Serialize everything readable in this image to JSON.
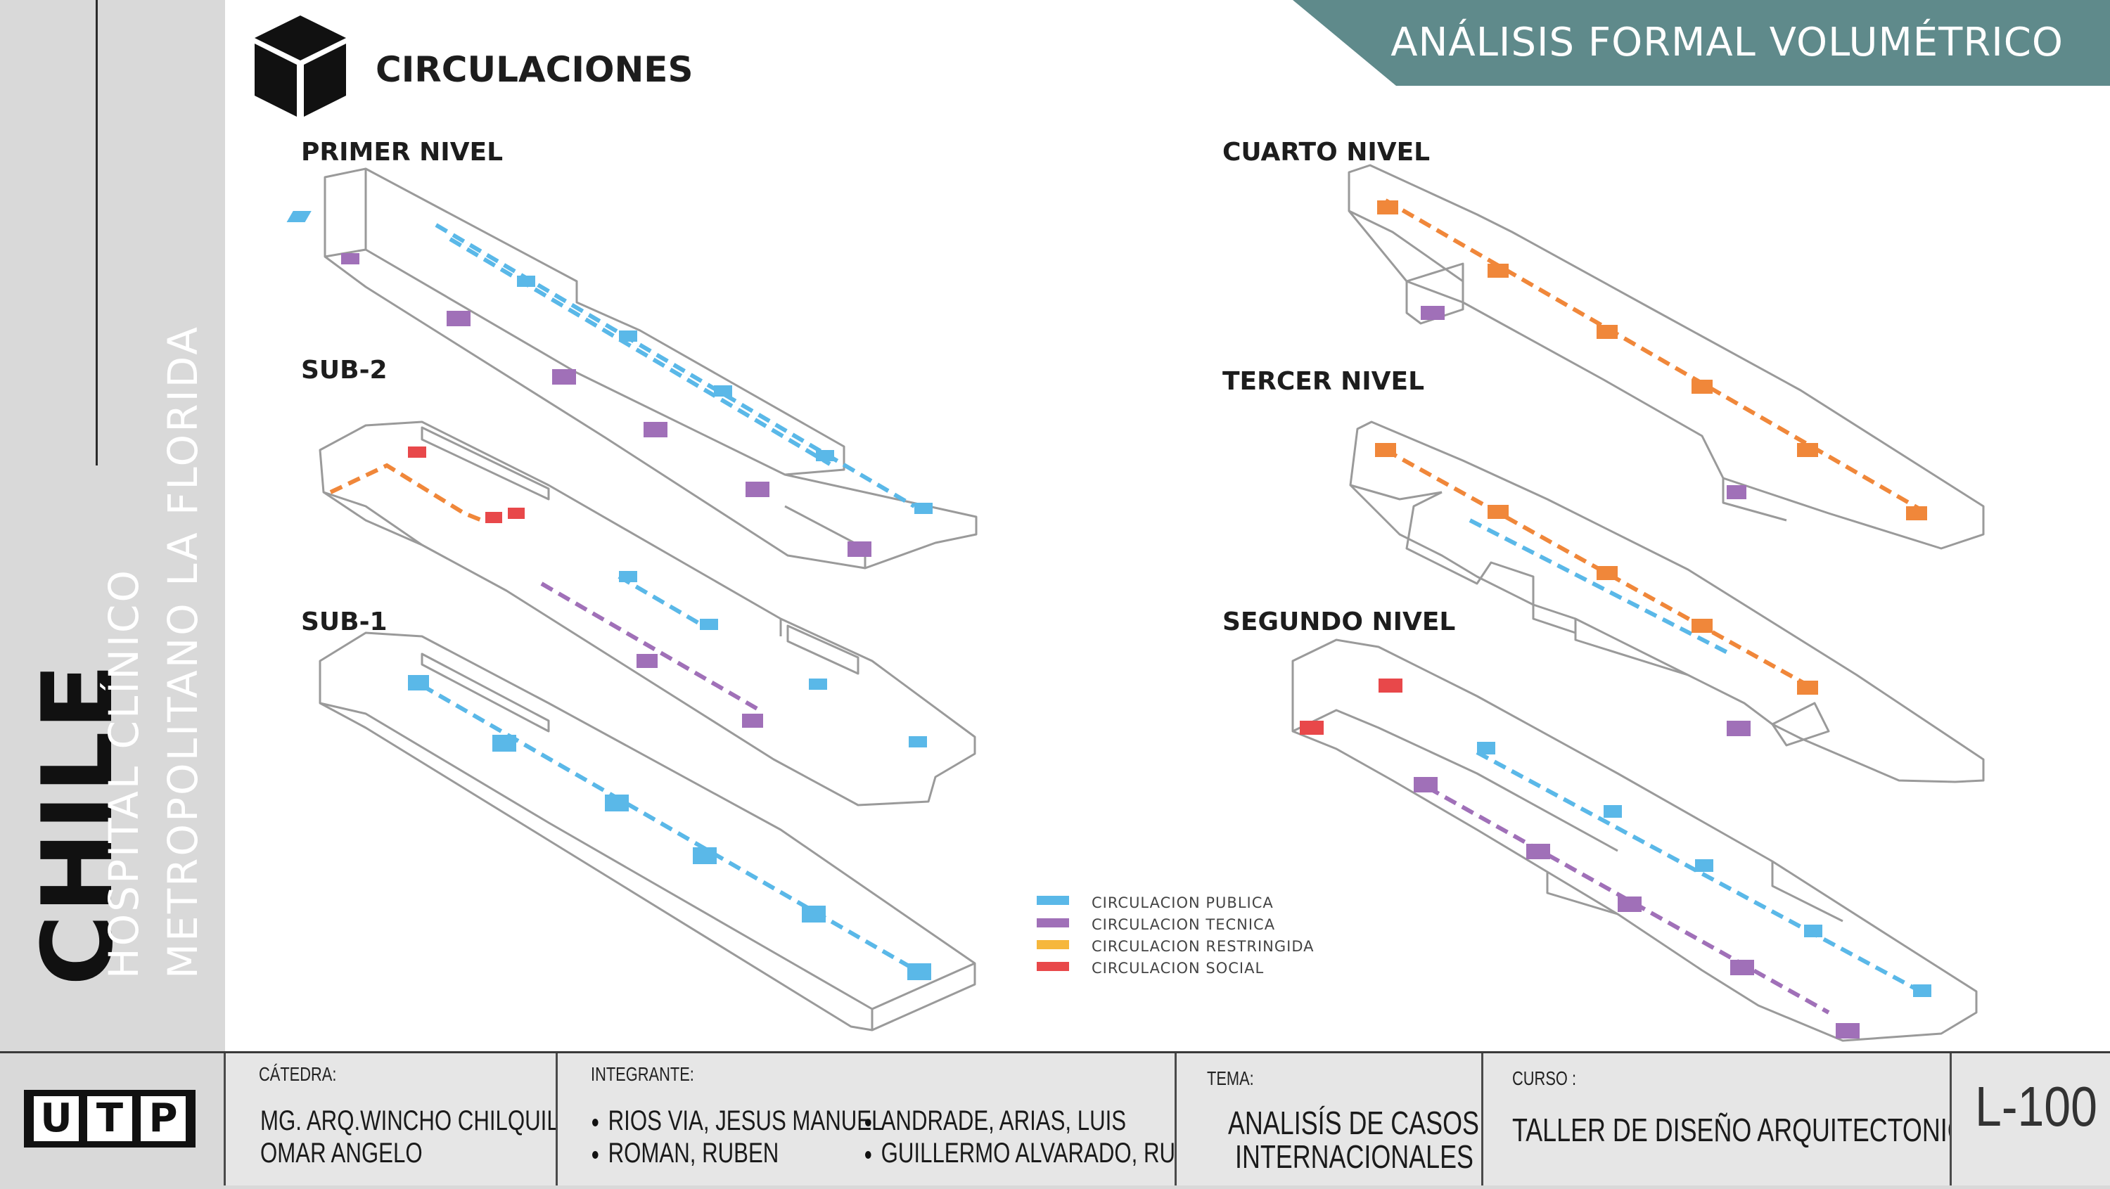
{
  "header": {
    "banner_title": "ANÁLISIS FORMAL VOLUMÉTRICO",
    "section_title": "CIRCULACIONES",
    "section_icon": "cube-icon"
  },
  "sidebar": {
    "country": "CHILE",
    "project_line1": "HOSPITAL CLÍNICO",
    "project_line2": "METROPOLITANO LA FLORIDA"
  },
  "levels": {
    "primer": "PRIMER NIVEL",
    "sub2": "SUB-2",
    "sub1": "SUB-1",
    "cuarto": "CUARTO NIVEL",
    "tercer": "TERCER NIVEL",
    "segundo": "SEGUNDO NIVEL"
  },
  "legend": [
    {
      "label": "CIRCULACION PUBLICA",
      "color": "#5ab8e8"
    },
    {
      "label": "CIRCULACION TECNICA",
      "color": "#a070b8"
    },
    {
      "label": "CIRCULACION RESTRINGIDA",
      "color": "#f6b73c"
    },
    {
      "label": "CIRCULACION SOCIAL",
      "color": "#e8484a"
    }
  ],
  "colors": {
    "banner": "#5f8a8b",
    "publica": "#5ab8e8",
    "tecnica": "#a070b8",
    "restringida": "#f0873a",
    "social": "#e8484a"
  },
  "footer": {
    "logo": "UTP",
    "catedra_label": "CÁTEDRA:",
    "catedra_line1": "MG. ARQ.WINCHO CHILQUILLO,",
    "catedra_line2": "OMAR ANGELO",
    "integrante_label": "INTEGRANTE:",
    "integrantes": [
      "RIOS VIA, JESUS MANUEL",
      "ROMAN, RUBEN",
      "ANDRADE, ARIAS, LUIS",
      "GUILLERMO ALVARADO, RUTH"
    ],
    "tema_label": "TEMA:",
    "tema_line1": "ANALISÍS DE CASOS",
    "tema_line2": "INTERNACIONALES",
    "curso_label": "CURSO :",
    "curso_value": "TALLER DE DISEÑO ARQUITECTONICO IX",
    "sheet_code": "L-100"
  }
}
